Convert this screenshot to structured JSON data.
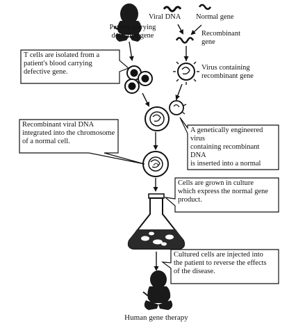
{
  "labels": {
    "patient_top": "Patient carrying\ndefective gene",
    "viral_dna": "Viral DNA",
    "normal_gene": "Normal gene",
    "recombinant_gene": "Recombinant\ngene",
    "virus_containing": "Virus containing\nrecombinant gene",
    "caption": "Human gene therapy"
  },
  "callouts": {
    "t_cells": "T cells are isolated from a\npatient's blood carrying\ndefective gene.",
    "recombinant_dna": "Recombinant viral DNA\nintegrated into the chromosome\nof a normal cell.",
    "engineered_virus": "A genetically engineered virus\ncontaining recombinant DNA\nis inserted into a normal\nsomatic (T) cell.",
    "grown_culture": "Cells are grown in culture\nwhich express the normal gene\nproduct.",
    "injected": "Cultured cells are injected into\nthe patient to reverse the effects\nof the disease."
  },
  "colors": {
    "ink": "#111111",
    "figure": "#1a1a1a",
    "paper": "#ffffff",
    "liquid": "#2a2a2a"
  }
}
